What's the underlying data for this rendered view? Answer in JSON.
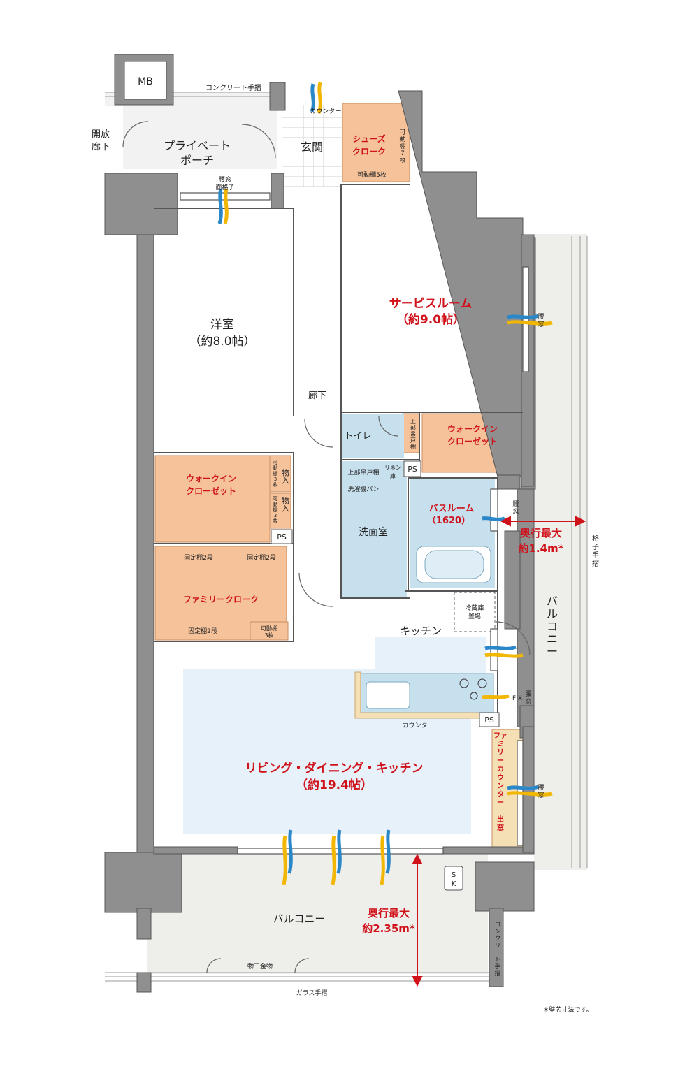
{
  "colors": {
    "wall": "#8f8f8f",
    "wall_outline": "#555555",
    "storage": "#f5c29a",
    "wet": "#c7e0ee",
    "ldk_floor": "#e6f1fa",
    "balcony": "#eeeeea",
    "porch": "#f2f2f2",
    "accent_red": "#d0121b",
    "airflow_blue": "#2a88c8",
    "airflow_yellow": "#f2b705",
    "counter": "#f5dfb5"
  },
  "labels": {
    "mb": "MB",
    "concrete_rail_top": "コンクリート手摺",
    "open_corridor": [
      "開放",
      "廊下"
    ],
    "private_porch": [
      "プライベート",
      "ポーチ"
    ],
    "koshimado_koushi": [
      "腰窓",
      "面格子"
    ],
    "counter_top": "カウンター",
    "entrance": "玄関",
    "shoes_cloak": [
      "シューズ",
      "クローク"
    ],
    "movable_shelf_7": [
      "可",
      "動",
      "棚",
      "7",
      "枚"
    ],
    "movable_shelf_5": "可動棚5枚",
    "service_room": [
      "サービスルーム",
      "（約9.0帖）"
    ],
    "koshimado": [
      "腰",
      "窓"
    ],
    "western_room": [
      "洋室",
      "（約8.0帖）"
    ],
    "corridor": "廊下",
    "toilet": "トイレ",
    "upper_cabinet_toilet": [
      "上",
      "部",
      "吊",
      "戸",
      "棚"
    ],
    "wic_right": [
      "ウォークイン",
      "クローゼット"
    ],
    "wic_left": [
      "ウォークイン",
      "クローゼット"
    ],
    "storage_1": "物入",
    "storage_2": "物入",
    "movable_3_a": [
      "可",
      "動",
      "棚",
      "3",
      "枚"
    ],
    "movable_3_b": [
      "可",
      "動",
      "棚",
      "3",
      "枚"
    ],
    "ps": "PS",
    "upper_hanging_shelf": "上部吊戸棚",
    "linen": [
      "リネン",
      "庫"
    ],
    "washer_pan": "洗濯機パン",
    "washroom": "洗面室",
    "bathroom": [
      "バスルーム",
      "（1620）"
    ],
    "depth_right": [
      "奥行最大",
      "約1.4m*"
    ],
    "lattice_rail": [
      "格",
      "子",
      "手",
      "摺"
    ],
    "fixed_2_a": "固定棚2段",
    "fixed_2_b": "固定棚2段",
    "fixed_2_c": "固定棚2段",
    "family_cloak": "ファミリークローク",
    "movable_3_c": [
      "可動棚",
      "3枚"
    ],
    "fridge": [
      "冷蔵庫",
      "置場"
    ],
    "balcony_right": [
      "バ",
      "ル",
      "コ",
      "ニ",
      "ー"
    ],
    "kitchen": "キッチン",
    "fix": "FIX",
    "counter_bottom": "カウンター",
    "family_counter": [
      "ファ",
      "ミ",
      "リ",
      "ー",
      "カ",
      "ウ",
      "ン",
      "タ",
      "ー",
      " ",
      "出",
      "窓"
    ],
    "ldk": [
      "リビング・ダイニング・キッチン",
      "（約19.4帖）"
    ],
    "sk": [
      "S",
      "K"
    ],
    "balcony_bottom": "バルコニー",
    "depth_bottom": [
      "奥行最大",
      "約2.35m*"
    ],
    "concrete_rail_side": [
      "コ",
      "ン",
      "ク",
      "リ",
      "ー",
      "ト",
      "手",
      "摺"
    ],
    "drying_hardware": "物干金物",
    "glass_rail": "ガラス手摺",
    "footnote": "＊壁芯寸法です。"
  }
}
